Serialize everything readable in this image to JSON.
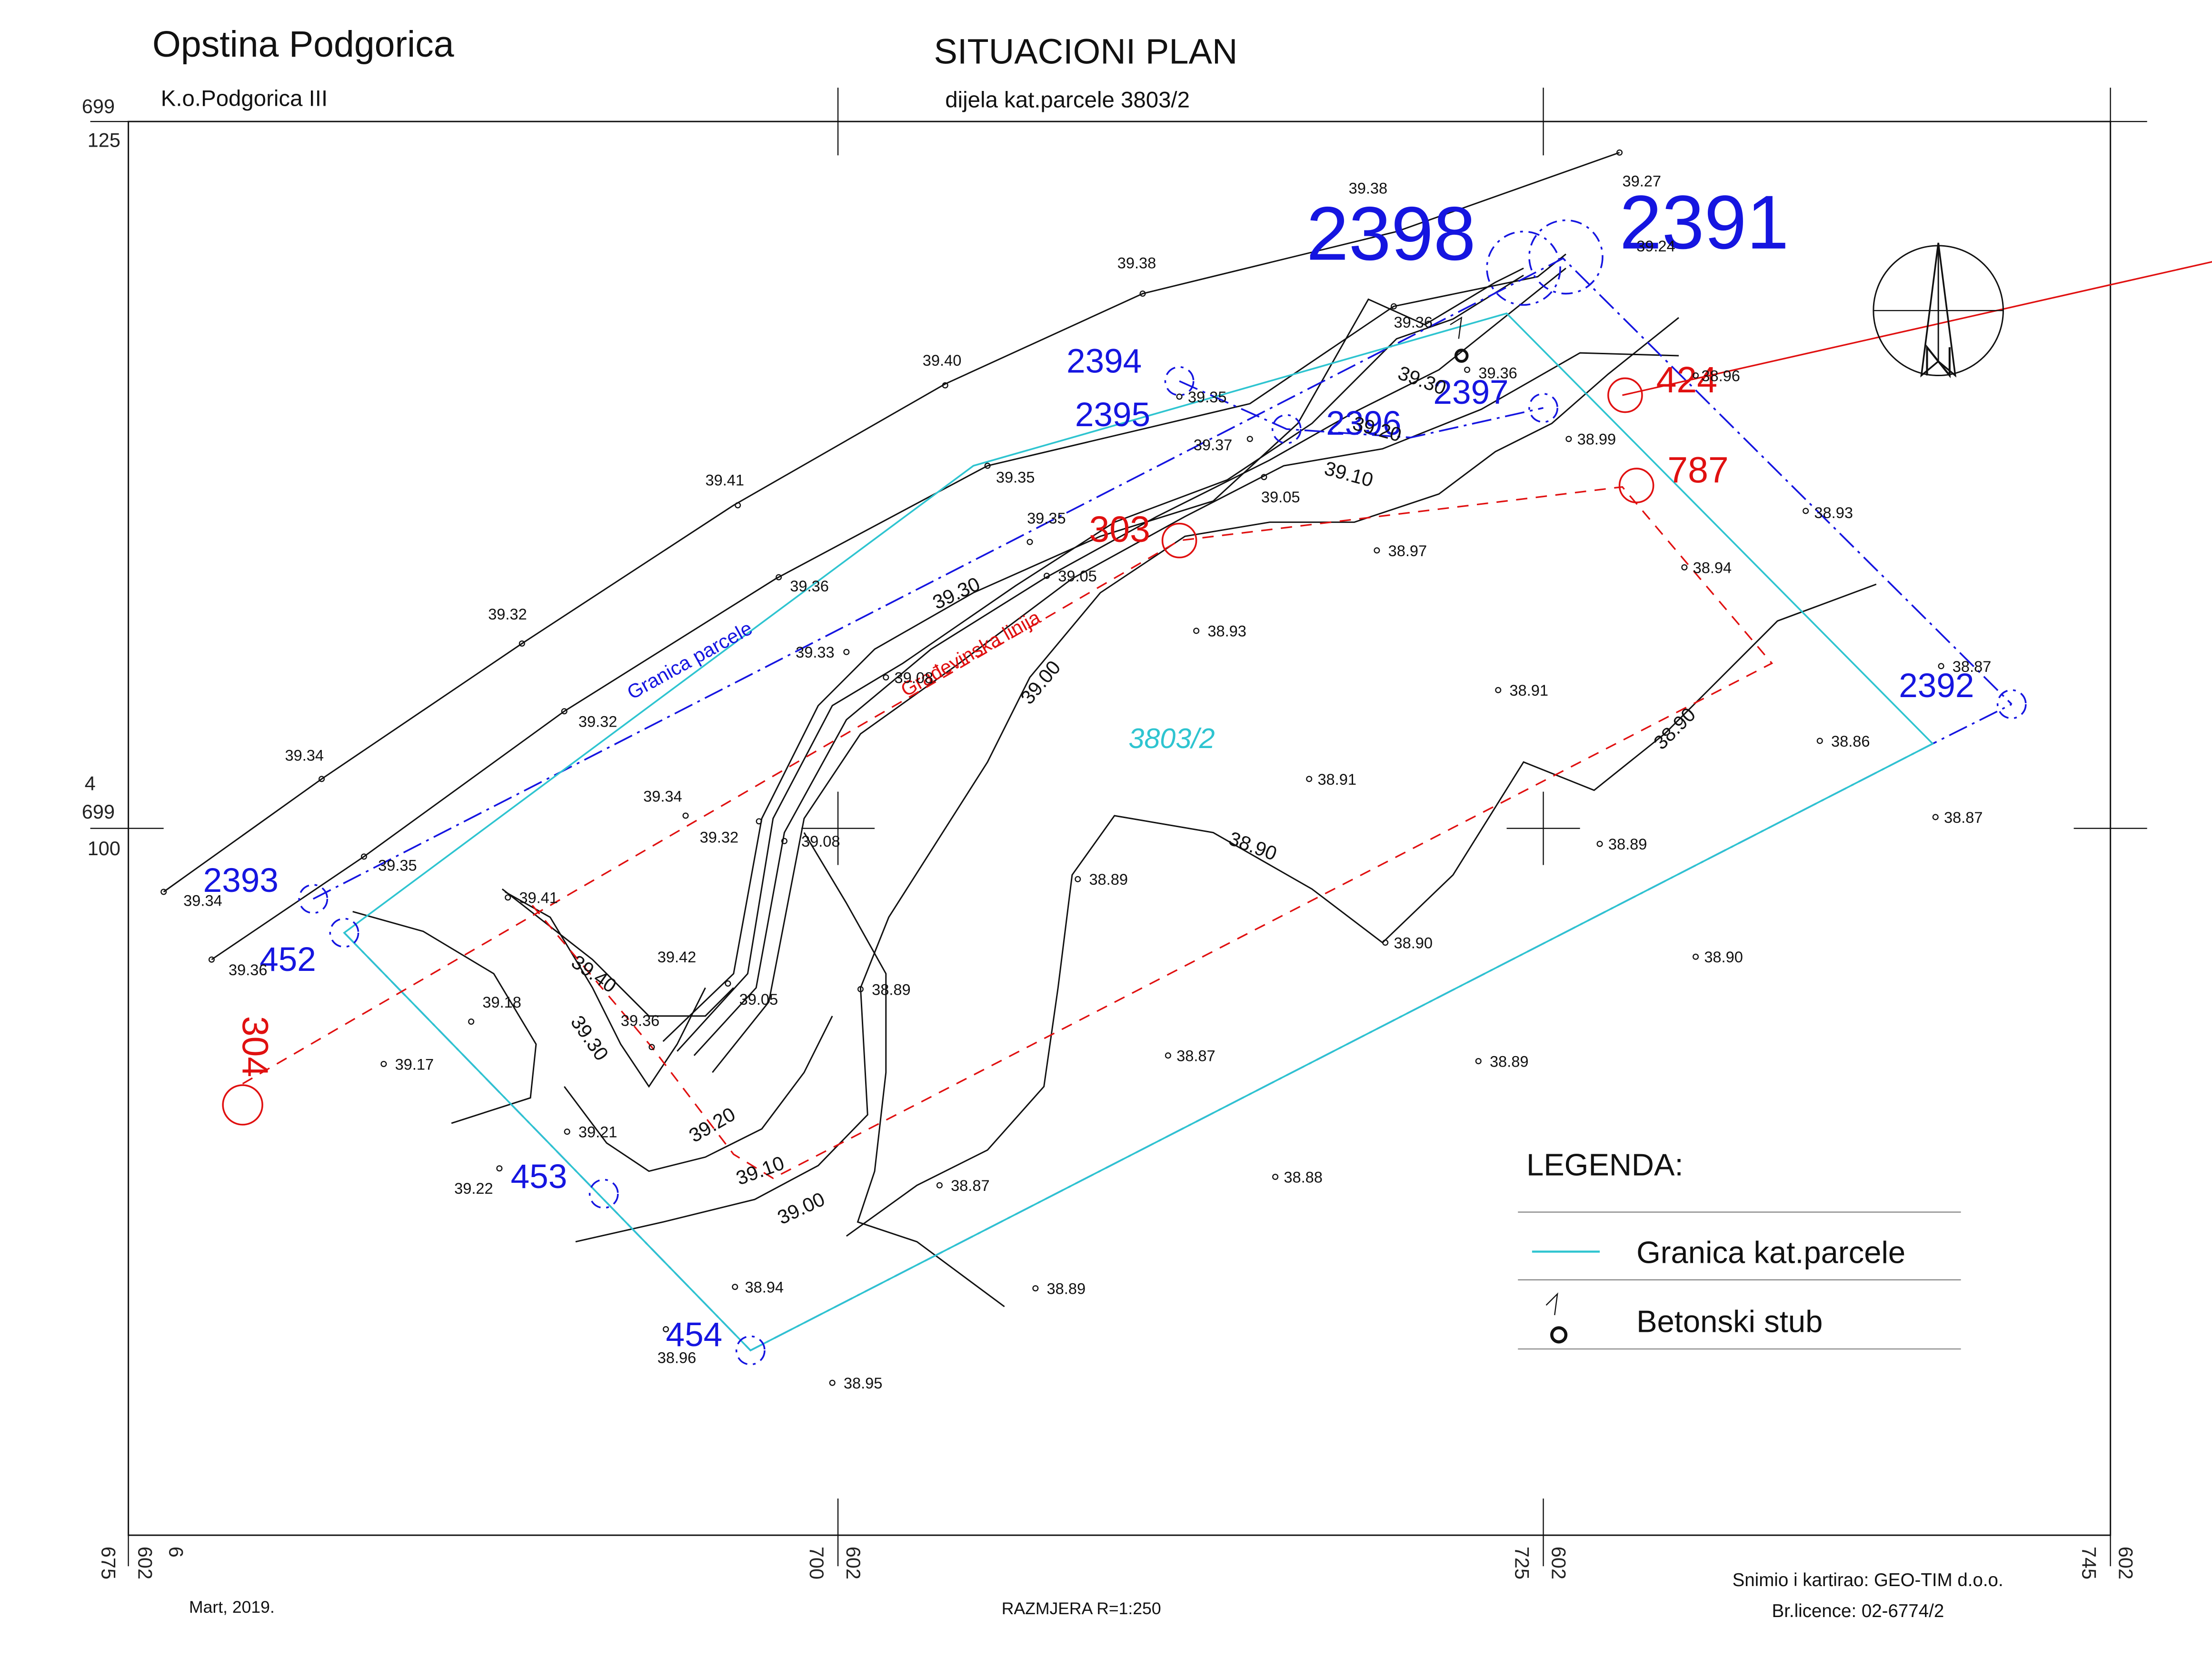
{
  "header": {
    "municipality": "Opstina Podgorica",
    "cadastral_municipality": "K.o.Podgorica III",
    "title": "SITUACIONI PLAN",
    "subtitle": "dijela kat.parcele 3803/2"
  },
  "grid_labels": {
    "top_left_1": "699",
    "top_left_2": "125",
    "mid_left_1": "4",
    "mid_left_2": "699",
    "mid_left_3": "100",
    "bottom_1": "6",
    "bottom_2": "602",
    "bottom_3": "675",
    "bottom_4": "602",
    "bottom_5": "700",
    "bottom_6": "602",
    "bottom_7": "725",
    "bottom_8": "602",
    "bottom_9": "745"
  },
  "parcel": {
    "number": "3803/2",
    "boundary_label": "Granica parcele",
    "building_line_label": "Građevinska linija"
  },
  "points_blue": [
    "2398",
    "2391",
    "2394",
    "2395",
    "2396",
    "2397",
    "2392",
    "2393",
    "452",
    "453",
    "454"
  ],
  "points_red": [
    "424",
    "787",
    "303",
    "304"
  ],
  "contour_labels": [
    "39.30",
    "39.20",
    "39.10",
    "39.30",
    "39.00",
    "38.90",
    "38.90",
    "39.40",
    "39.30",
    "39.20",
    "39.10",
    "39.00"
  ],
  "spot_heights": [
    "39.38",
    "39.27",
    "39.24",
    "39.38",
    "39.36",
    "39.40",
    "39.36",
    "39.35",
    "39.41",
    "39.37",
    "39.05",
    "39.35",
    "38.99",
    "38.96",
    "39.35",
    "38.97",
    "39.32",
    "39.05",
    "38.94",
    "38.93",
    "39.36",
    "38.93",
    "39.33",
    "39.08",
    "39.34",
    "39.32",
    "38.91",
    "38.87",
    "38.86",
    "38.91",
    "39.34",
    "39.32",
    "39.08",
    "38.87",
    "39.35",
    "38.89",
    "39.34",
    "39.41",
    "38.89",
    "38.90",
    "39.42",
    "38.90",
    "39.36",
    "39.18",
    "39.05",
    "38.89",
    "39.36",
    "39.17",
    "38.87",
    "38.89",
    "39.21",
    "39.22",
    "38.87",
    "38.88",
    "38.94",
    "38.89",
    "38.96",
    "38.95"
  ],
  "legend": {
    "title": "LEGENDA:",
    "item_1": "Granica kat.parcele",
    "item_2": "Betonski stub"
  },
  "footer": {
    "date": "Mart, 2019.",
    "scale": "RAZMJERA R=1:250",
    "author": "Snimio i kartirao: GEO-TIM d.o.o.",
    "licence": "Br.licence: 02-6774/2"
  },
  "colors": {
    "parcel_number": "#1515e0",
    "red_points": "#e01010",
    "cadastral_boundary": "#2ec4d0",
    "contour": "#111111"
  }
}
